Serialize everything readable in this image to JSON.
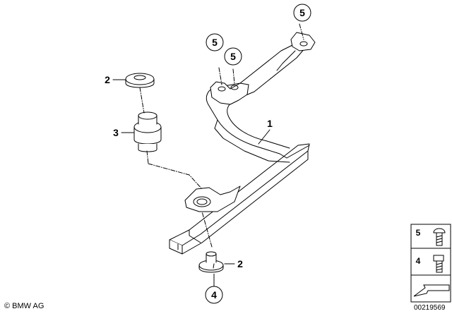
{
  "callouts": {
    "bracket": "1",
    "washer_top": "2",
    "washer_bottom": "2",
    "rubber_mount": "3",
    "screw_bottom": "4",
    "screw_top_right": "5",
    "screw_top_left": "5",
    "screw_top_mid": "5"
  },
  "legend": {
    "item_a": "5",
    "item_b": "4"
  },
  "footer": {
    "copyright": "© BMW AG",
    "reference": "00219569"
  }
}
